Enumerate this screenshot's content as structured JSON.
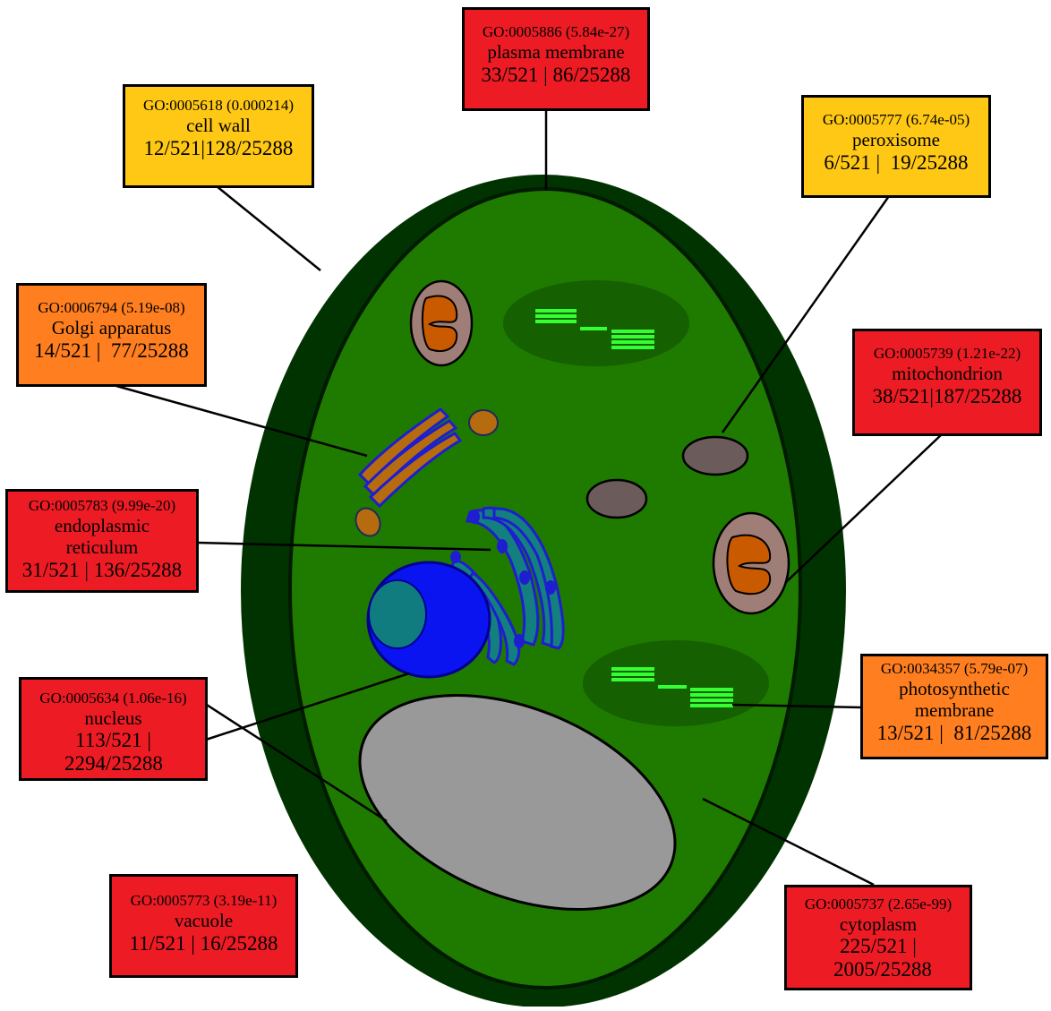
{
  "colors": {
    "sig_high": "#ed1c24",
    "sig_mid": "#ff7f20",
    "sig_low": "#ffc814",
    "cell_wall": "#003300",
    "cytoplasm": "#1f7a00",
    "chloroplast": "#156000",
    "vacuole": "#999999",
    "nucleus": "#0a14f0",
    "nucleolus": "#117c80",
    "er": "#137f7f",
    "golgi": "#b66c0e",
    "mitochondrion_outer": "#a07e78",
    "mitochondrion_inner": "#c95a00",
    "peroxisome": "#6b5b5b",
    "thylakoid": "#33ff33"
  },
  "terms": [
    {
      "id": "plasma_membrane",
      "go": "GO:0005886 (5.84e-27)",
      "name": "plasma membrane",
      "counts": "33/521 | 86/25288",
      "level": "high"
    },
    {
      "id": "cell_wall",
      "go": "GO:0005618 (0.000214)",
      "name": "cell wall",
      "counts": "12/521|128/25288",
      "level": "low"
    },
    {
      "id": "peroxisome",
      "go": "GO:0005777 (6.74e-05)",
      "name": "peroxisome",
      "counts": "6/521 |  19/25288",
      "level": "low"
    },
    {
      "id": "golgi",
      "go": "GO:0006794 (5.19e-08)",
      "name": "Golgi apparatus",
      "counts": "14/521 |  77/25288",
      "level": "mid"
    },
    {
      "id": "mitochondrion",
      "go": "GO:0005739 (1.21e-22)",
      "name": "mitochondrion",
      "counts": "38/521|187/25288",
      "level": "high"
    },
    {
      "id": "er",
      "go": "GO:0005783 (9.99e-20)",
      "name": "endoplasmic reticulum",
      "counts": "31/521 | 136/25288",
      "level": "high"
    },
    {
      "id": "photosynthetic_membrane",
      "go": "GO:0034357 (5.79e-07)",
      "name": "photosynthetic membrane",
      "counts": "13/521 |  81/25288",
      "level": "mid"
    },
    {
      "id": "nucleus",
      "go": "GO:0005634 (1.06e-16)",
      "name": "nucleus",
      "counts": "113/521 | 2294/25288",
      "level": "high"
    },
    {
      "id": "vacuole",
      "go": "GO:0005773 (3.19e-11)",
      "name": "vacuole",
      "counts": "11/521 | 16/25288",
      "level": "high"
    },
    {
      "id": "cytoplasm",
      "go": "GO:0005737 (2.65e-99)",
      "name": "cytoplasm",
      "counts": "225/521 | 2005/25288",
      "level": "high"
    }
  ]
}
